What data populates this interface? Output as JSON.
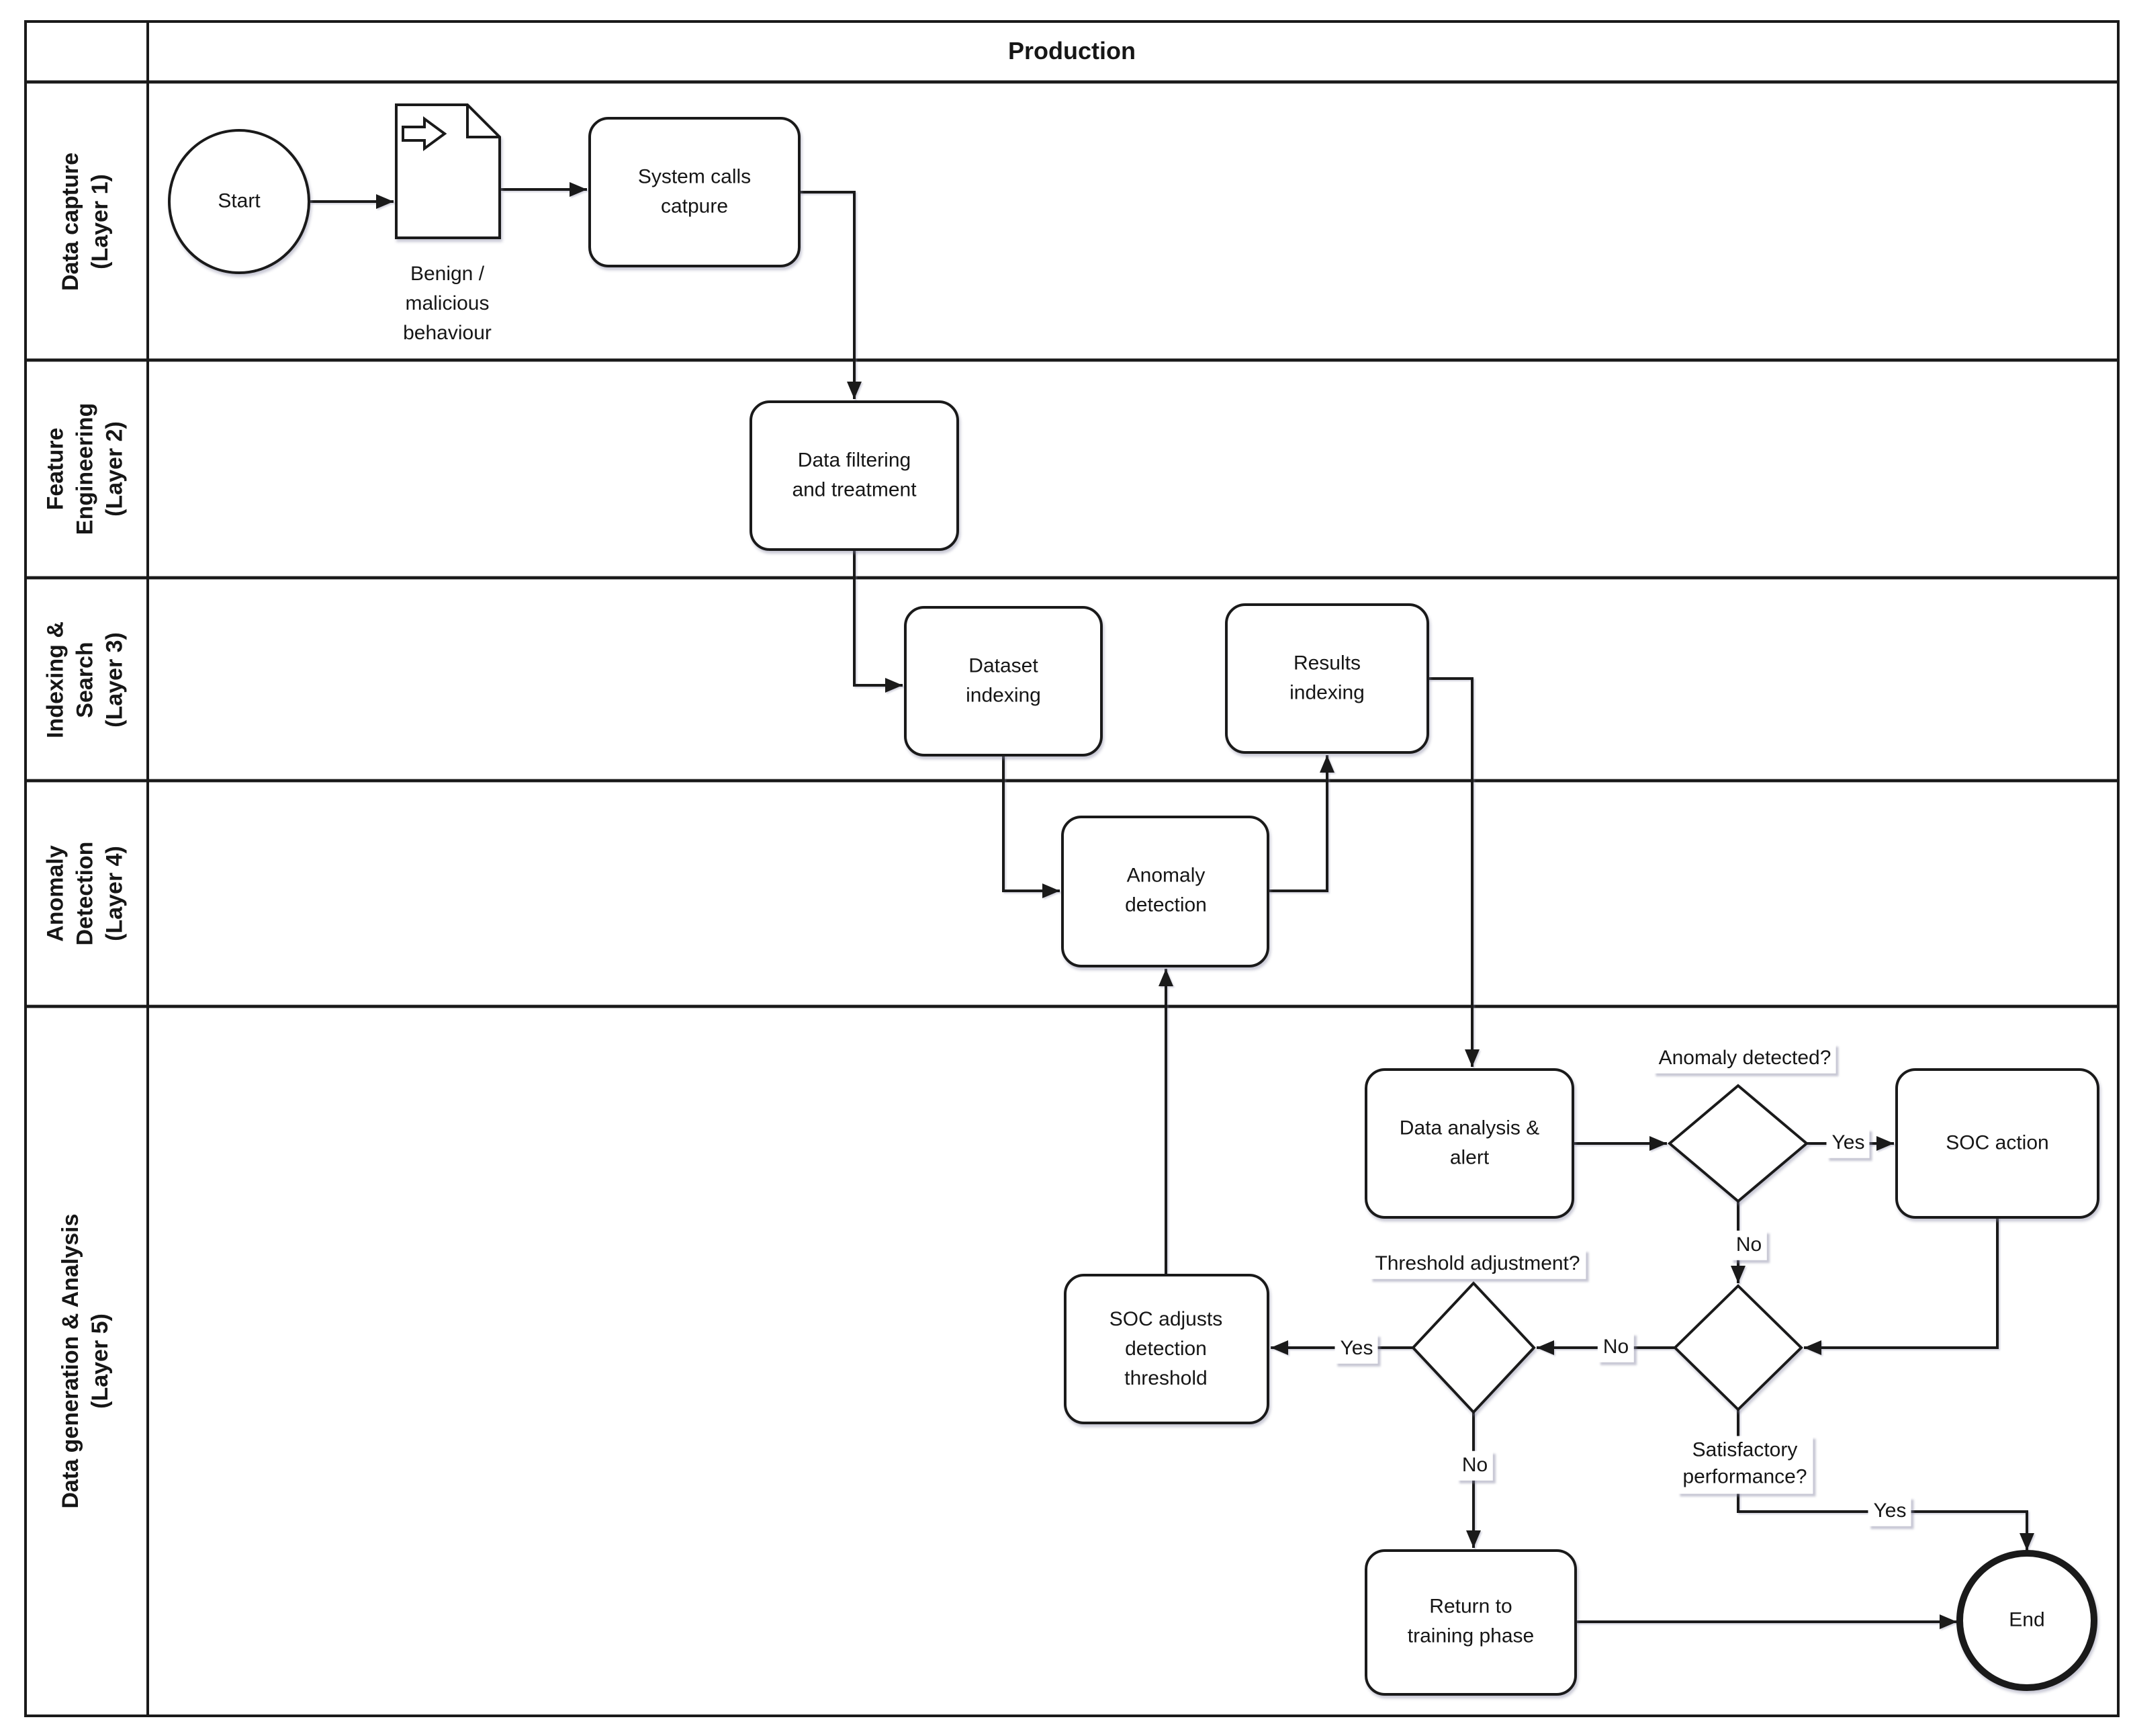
{
  "diagram": {
    "pool_title": "Production",
    "lanes": [
      {
        "label": "Data capture\n(Layer 1)"
      },
      {
        "label": "Feature\nEngineering\n(Layer 2)"
      },
      {
        "label": "Indexing &\nSearch\n(Layer 3)"
      },
      {
        "label": "Anomaly\nDetection\n(Layer 4)"
      },
      {
        "label": "Data generation & Analysis\n(Layer 5)"
      }
    ],
    "nodes": {
      "start_event": {
        "type": "start-event",
        "label": "Start"
      },
      "behaviour_document": {
        "type": "data-object",
        "label": "Benign /\nmalicious\nbehaviour"
      },
      "system_calls_capture": {
        "type": "task",
        "label": "System calls\ncatpure"
      },
      "data_filtering": {
        "type": "task",
        "label": "Data filtering\nand treatment"
      },
      "dataset_indexing": {
        "type": "task",
        "label": "Dataset\nindexing"
      },
      "results_indexing": {
        "type": "task",
        "label": "Results\nindexing"
      },
      "anomaly_detection": {
        "type": "task",
        "label": "Anomaly\ndetection"
      },
      "data_analysis_alert": {
        "type": "task",
        "label": "Data analysis &\nalert"
      },
      "soc_action": {
        "type": "task",
        "label": "SOC action"
      },
      "soc_adjusts_threshold": {
        "type": "task",
        "label": "SOC adjusts\ndetection\nthreshold"
      },
      "return_to_training": {
        "type": "task",
        "label": "Return to\ntraining phase"
      },
      "end_event": {
        "type": "end-event",
        "label": "End"
      }
    },
    "gateways": {
      "anomaly_detected": {
        "label": "Anomaly detected?"
      },
      "satisfactory_performance": {
        "label": "Satisfactory\nperformance?"
      },
      "threshold_adjustment": {
        "label": "Threshold adjustment?"
      }
    },
    "edge_labels": {
      "anomaly_detected_yes": "Yes",
      "anomaly_detected_no": "No",
      "satisfactory_no": "No",
      "satisfactory_yes": "Yes",
      "threshold_yes": "Yes",
      "threshold_no": "No"
    },
    "colors": {
      "stroke": "#1a1a1a",
      "shape_fill": "#ffffff",
      "background": "#ffffff",
      "shadow": "rgba(130,130,160,0.45)"
    }
  }
}
